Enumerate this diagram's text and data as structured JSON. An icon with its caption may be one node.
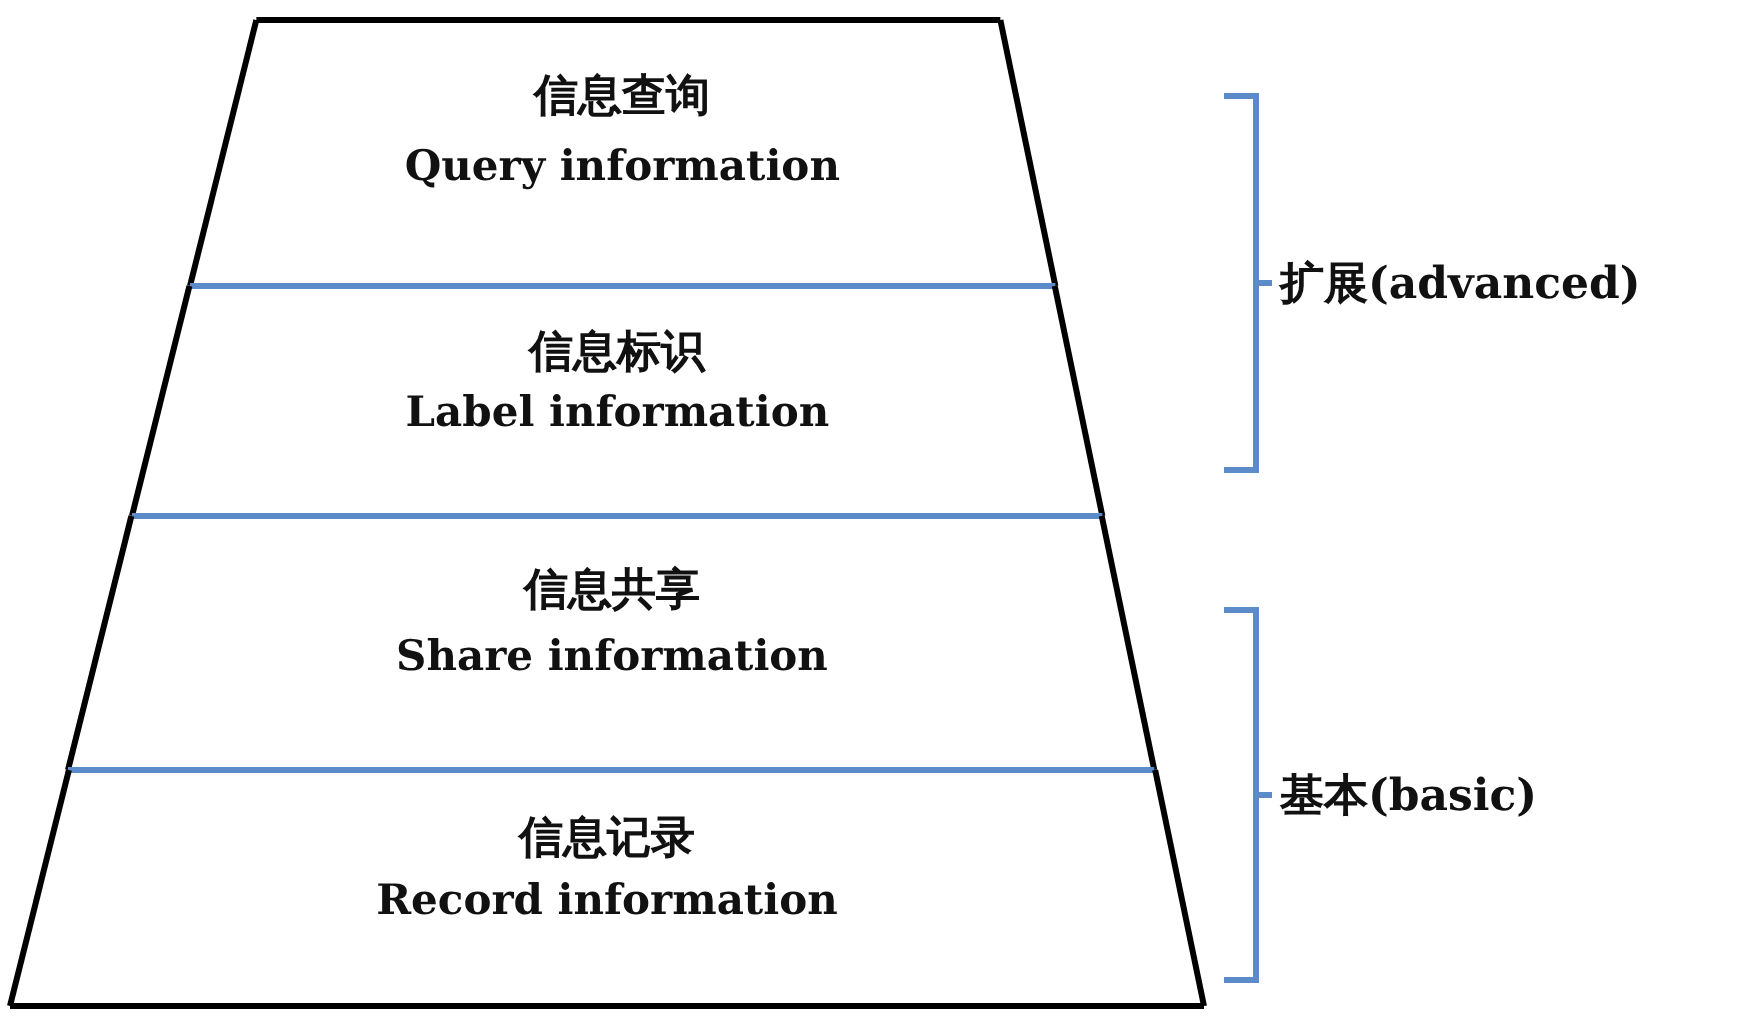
{
  "diagram": {
    "nodes": [
      {
        "text": [
          "信息查询",
          "Query information"
        ]
      },
      {
        "text": [
          "信息标识",
          "Label information"
        ]
      },
      {
        "text": [
          "信息共享",
          "Share information"
        ]
      },
      {
        "text": [
          "信息记录",
          "Record information"
        ]
      }
    ],
    "labels": [
      "扩展(advanced)",
      "基本(basic)"
    ]
  }
}
